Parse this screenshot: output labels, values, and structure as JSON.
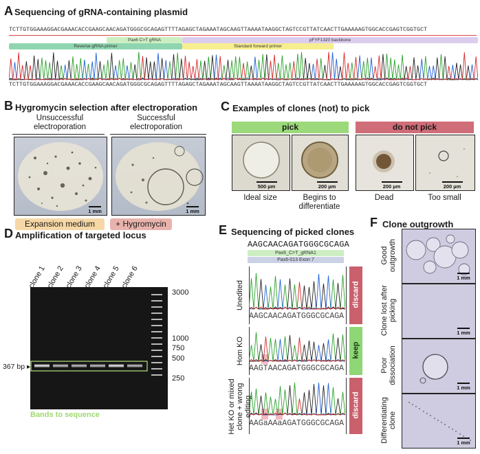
{
  "panelA": {
    "letter": "A",
    "title": "Sequencing of gRNA-containing plasmid",
    "top_seq": "TCTTGTGGAAAGGACGAAACACCGAAGCAACAGATGGGCGCAGAGTTTTAGAGCTAGAAATAGCAAGTTAAAATAAGGCTAGTCCGTTATCAACTTGAAAAAGTGGCACCGAGTCGGTGCT",
    "bottom_seq": "TCTTGTGGAAAGGACGAAACACCGAAGCAACAGATGGGCGCAGAGTTTTAGAGCTAGAAATAGCAAGTTAAAATAAGGCTAGTCCGTTATCAACTTGAAAAAGTGGCACCGAGTCGGTGCT",
    "annotations": {
      "gRNA": "Pax6 C>T gRNA",
      "backbone": "pFYF1320 backbone",
      "reverse_primer": "Reverse gRNA primer",
      "forward_primer": "Standard forward primer"
    },
    "colors": {
      "gRNA": "#cdeec2",
      "backbone": "#dccdee",
      "reverse_primer": "#8fd6b0",
      "forward_primer": "#f6ee8f"
    }
  },
  "panelB": {
    "letter": "B",
    "title": "Hygromycin selection after electroporation",
    "left_caption": "Unsuccessful electroporation",
    "right_caption": "Successful electroporation",
    "scale": "1 mm",
    "tags": {
      "left": "Expansion medium",
      "right": "+ Hygromycin"
    },
    "colors": {
      "left": "#f6d7a6",
      "right": "#e9b3ad"
    }
  },
  "panelC": {
    "letter": "C",
    "title": "Examples of clones (not) to pick",
    "pick": "pick",
    "do_not_pick": "do not pick",
    "captions": [
      "Ideal size",
      "Begins to differentiate",
      "Dead",
      "Too small"
    ],
    "scales": [
      "500 µm",
      "200 µm",
      "200 µm",
      "200 µm"
    ],
    "colors": {
      "pick": "#9bd97a",
      "do_not_pick": "#cf6d78"
    }
  },
  "panelD": {
    "letter": "D",
    "title": "Amplification of targeted locus",
    "lanes": [
      "clone 1",
      "clone 2",
      "clone 3",
      "clone 4",
      "clone 5",
      "clone 6"
    ],
    "ladder": [
      "3000",
      "1000",
      "750",
      "500",
      "250"
    ],
    "band_label": "367 bp",
    "bands_note": "Bands to sequence",
    "colors": {
      "box": "#b6e57f",
      "note": "#9fd870"
    }
  },
  "panelE": {
    "letter": "E",
    "title": "Sequencing of picked clones",
    "ref_seq": "AAGCAACAGATGGGCGCAGA",
    "track1": "Pax6_C>T_gRNA1",
    "track2": "Pax6-013 Exon 7",
    "rows": [
      {
        "label": "Unedited",
        "seq": "AAGCAACAGATGGGCGCAGA",
        "verdict": "discard"
      },
      {
        "label": "Hom KO",
        "seq": "AAGTAACAGATGGGCGCAGA",
        "verdict": "keep"
      },
      {
        "label": "Het KO or mixed clone + wrong editing",
        "seq": "AAGaAAaAGATGGGCGCAGA",
        "verdict": "discard"
      }
    ],
    "colors": {
      "discard": "#c9606c",
      "keep": "#8fd676",
      "highlight": "#f4b7c2"
    }
  },
  "panelF": {
    "letter": "F",
    "title": "Clone outgrowth",
    "rows": [
      "Good outgrowth",
      "Clone lost after picking",
      "Poor dissociation",
      "Differentiating clone"
    ],
    "scale": "1 mm"
  }
}
